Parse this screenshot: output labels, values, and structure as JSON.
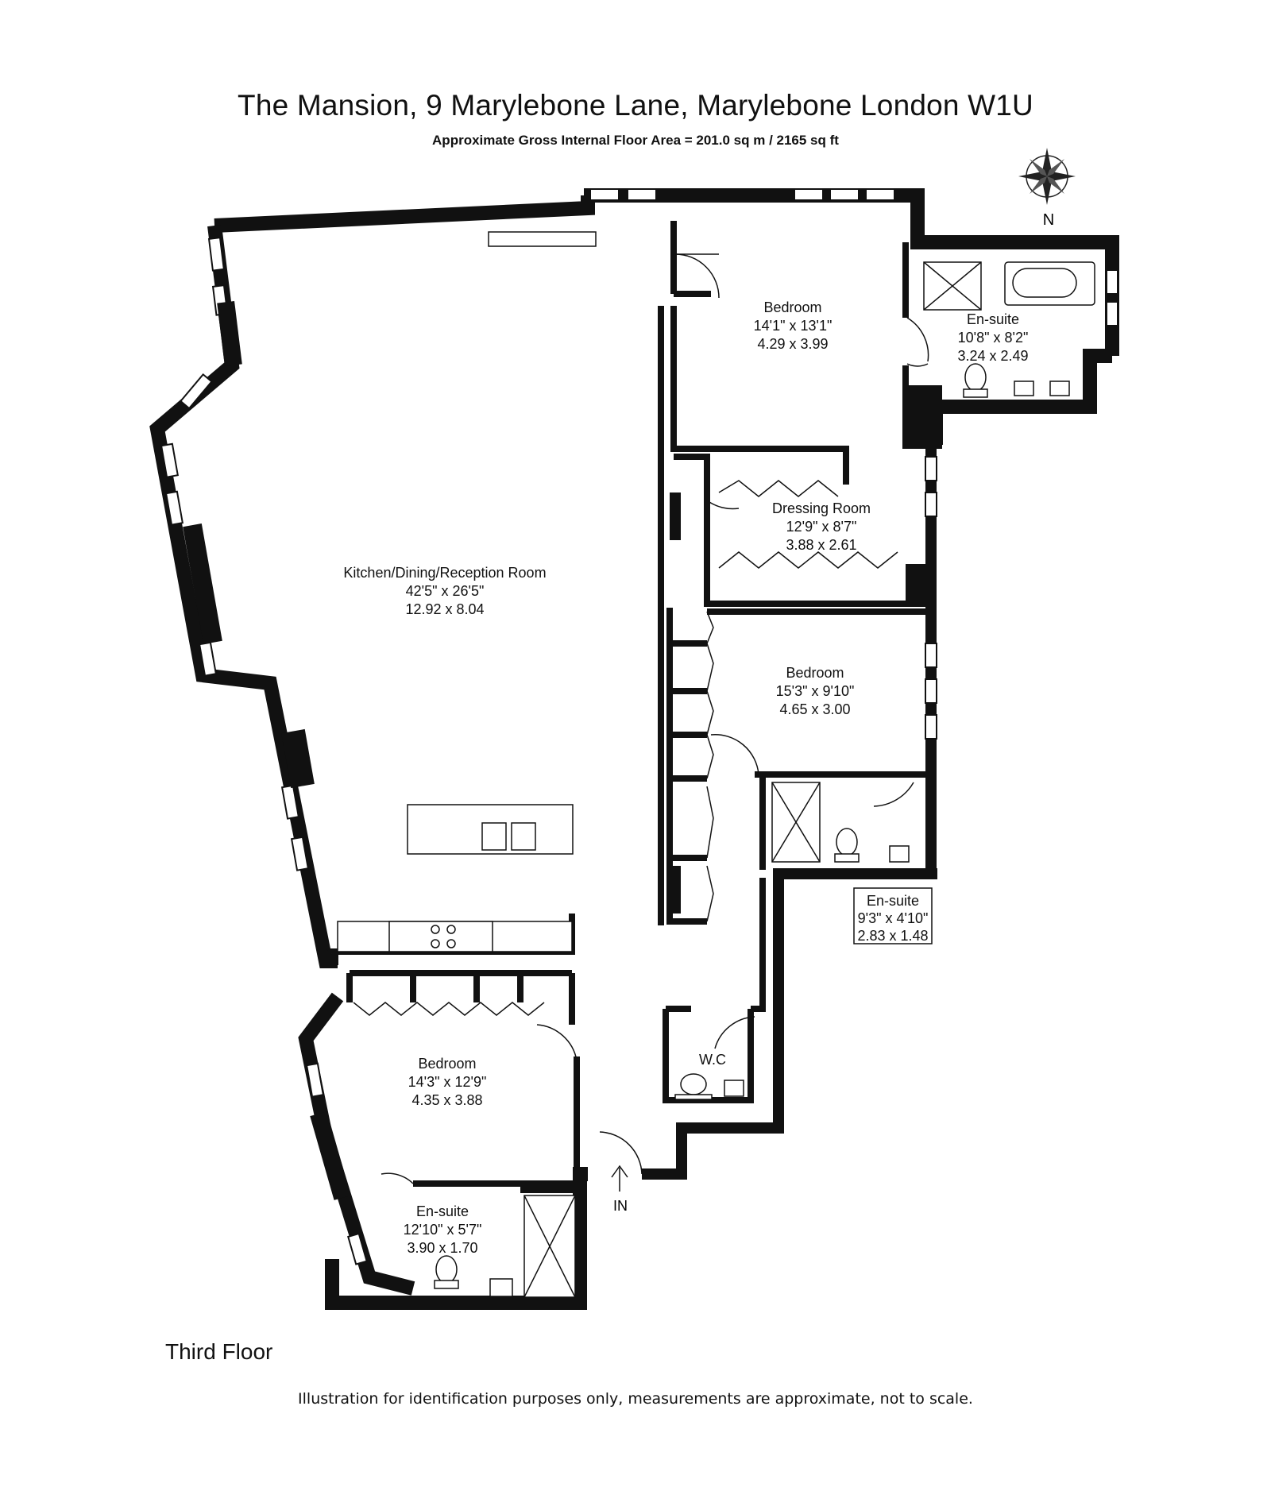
{
  "header": {
    "title": "The Mansion, 9 Marylebone Lane, Marylebone London W1U",
    "subtitle": "Approximate Gross Internal Floor Area = 201.0 sq m / 2165 sq ft"
  },
  "compass": {
    "label": "N"
  },
  "entrance": {
    "label": "IN"
  },
  "rooms": [
    {
      "name": "Kitchen/Dining/Reception Room",
      "imperial": "42'5\" x 26'5\"",
      "metric": "12.92 x 8.04"
    },
    {
      "name": "Bedroom",
      "imperial": "14'1\" x 13'1\"",
      "metric": "4.29 x 3.99"
    },
    {
      "name": "En-suite",
      "imperial": "10'8\" x 8'2\"",
      "metric": "3.24 x 2.49"
    },
    {
      "name": "Dressing Room",
      "imperial": "12'9\" x 8'7\"",
      "metric": "3.88 x 2.61"
    },
    {
      "name": "Bedroom",
      "imperial": "15'3\" x 9'10\"",
      "metric": "4.65 x 3.00"
    },
    {
      "name": "En-suite",
      "imperial": "9'3\" x 4'10\"",
      "metric": "2.83 x 1.48"
    },
    {
      "name": "W.C",
      "imperial": "",
      "metric": ""
    },
    {
      "name": "Bedroom",
      "imperial": "14'3\" x 12'9\"",
      "metric": "4.35 x 3.88"
    },
    {
      "name": "En-suite",
      "imperial": "12'10\" x 5'7\"",
      "metric": "3.90 x 1.70"
    }
  ],
  "footer": {
    "floor": "Third Floor",
    "disclaimer": "Illustration for identification purposes only, measurements are approximate, not to scale."
  }
}
